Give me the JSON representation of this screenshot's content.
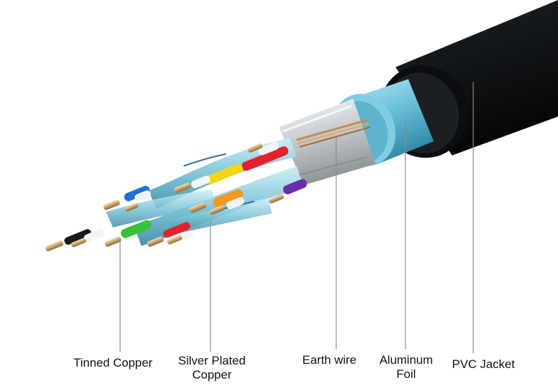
{
  "labels": {
    "tinned_copper": "Tinned Copper",
    "silver_plated_line1": "Silver Plated",
    "silver_plated_line2": "Copper",
    "earth_wire": "Earth wire",
    "aluminum_line1": "Aluminum",
    "aluminum_line2": "Foil",
    "pvc_jacket": "PVC Jacket"
  },
  "colors": {
    "jacket": "#16191c",
    "foil": "#6fc3dc",
    "shield_silver": "#cfd3d6",
    "copper": "#c98a4f",
    "wire_red": "#e3222c",
    "wire_yellow": "#f2d61a",
    "wire_orange": "#f39a1e",
    "wire_purple": "#6a2fa8",
    "wire_green": "#38c23a",
    "wire_blue": "#1f6fd6",
    "wire_white": "#f4f4f4",
    "wire_black": "#1a1a1a",
    "leader_line": "#8a8a8a"
  }
}
